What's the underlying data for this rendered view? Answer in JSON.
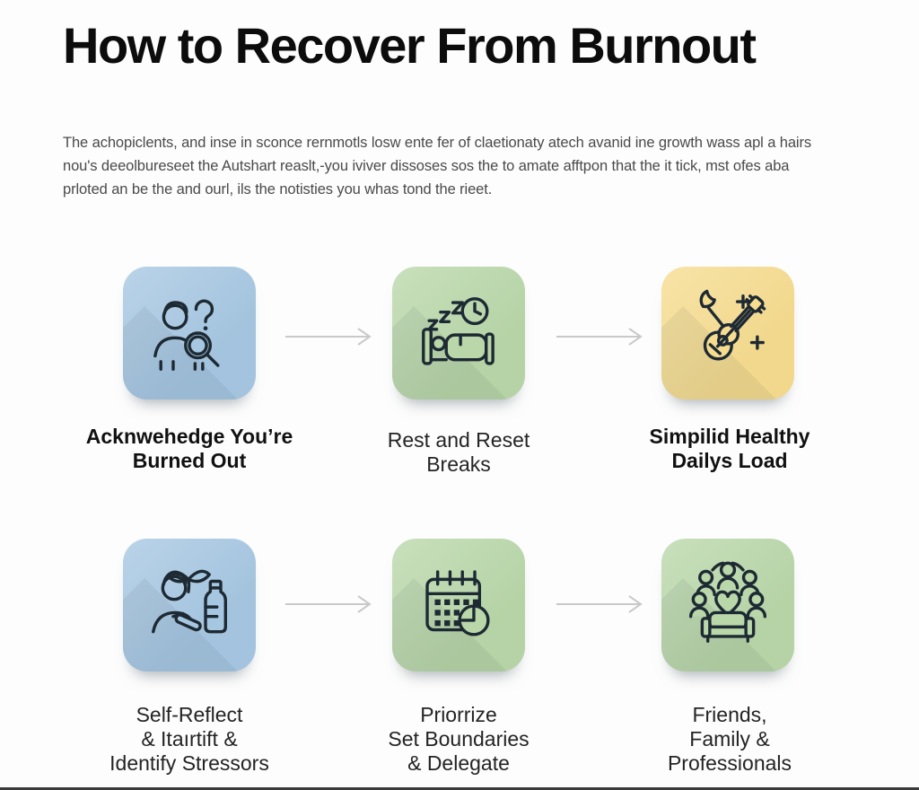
{
  "page": {
    "title": "How to Recover From Burnout",
    "intro_lines": [
      "The achopiclents, and inse in sconce rernmotls losw ente fer of claetionaty atech avanid ine growth wass apl a hairs",
      "nou's deeolbureseet the Autshart reaslt,-you iviver dissoses sos the to amate afftpon that the it tick, mst ofes aba",
      "prloted an be the and ourl, ils the notisties you whas tond the rieet."
    ]
  },
  "colors": {
    "title_text": "#0c0c0c",
    "body_text": "#4a4a4a",
    "icon_stroke": "#1e2a33",
    "arrow": "#c9c9c9",
    "bottom_rule": "#3a3a3a"
  },
  "steps": [
    {
      "icon": "person-question-magnifier-icon",
      "tile_color": "#a6c7e2",
      "label_lines": [
        "Acknwehedge You’re",
        "Burned Out",
        ""
      ]
    },
    {
      "icon": "sleep-bed-clock-icon",
      "tile_color": "#b9d7a9",
      "label_lines": [
        "Rest and Reset",
        "Breaks",
        ""
      ]
    },
    {
      "icon": "guitar-paintbrush-icon",
      "tile_color": "#f6dc8f",
      "label_lines": [
        "Simpilid Healthy",
        "Dailys Load",
        ""
      ]
    },
    {
      "icon": "person-sprout-bottle-icon",
      "tile_color": "#a6c7e2",
      "label_lines": [
        "Self-Reflect",
        "& Itaırtift &",
        "Identify Stressors"
      ]
    },
    {
      "icon": "calendar-pie-icon",
      "tile_color": "#b9d7a9",
      "label_lines": [
        "Priorrize",
        "Set Boundaries",
        "& Delegate"
      ]
    },
    {
      "icon": "people-heart-couch-icon",
      "tile_color": "#b9d7a9",
      "label_lines": [
        "Friends,",
        "Family &",
        "Professionals"
      ]
    }
  ]
}
